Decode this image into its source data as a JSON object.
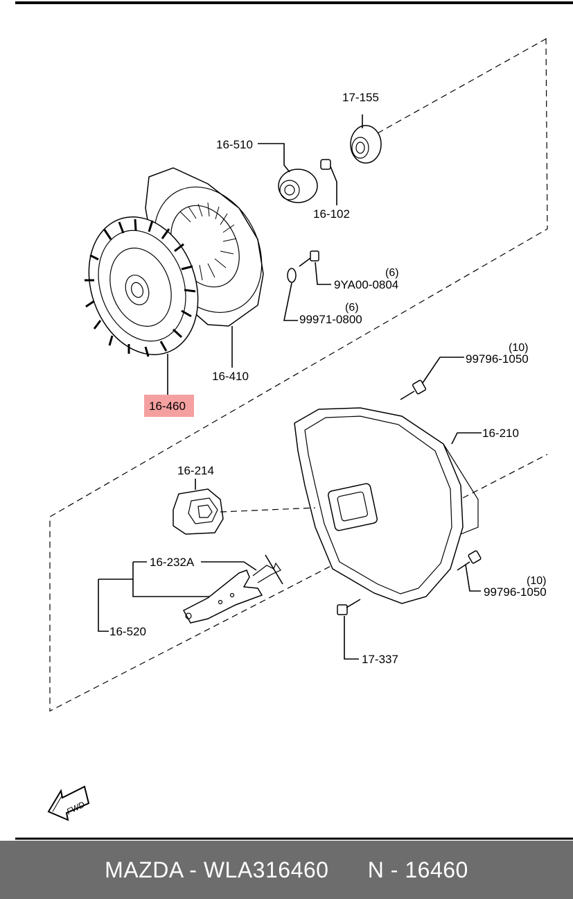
{
  "diagram": {
    "labels": {
      "p17_155": "17-155",
      "p16_510": "16-510",
      "p16_102": "16-102",
      "p9ya00": "9YA00-0804",
      "p9ya00_qty": "(6)",
      "p99971": "99971-0800",
      "p99971_qty": "(6)",
      "p16_410": "16-410",
      "p16_460": "16-460",
      "p99796a": "99796-1050",
      "p99796a_qty": "(10)",
      "p16_210": "16-210",
      "p16_214": "16-214",
      "p16_232a": "16-232A",
      "p99796b": "99796-1050",
      "p99796b_qty": "(10)",
      "p16_520": "16-520",
      "p17_337": "17-337",
      "fwd": "FWD"
    },
    "highlight_color": "#f5a0a0",
    "fwd_icon": "fwd-arrow-icon"
  },
  "footer": {
    "brand_part": "MAZDA - WLA316460",
    "ref": "N - 16460"
  }
}
